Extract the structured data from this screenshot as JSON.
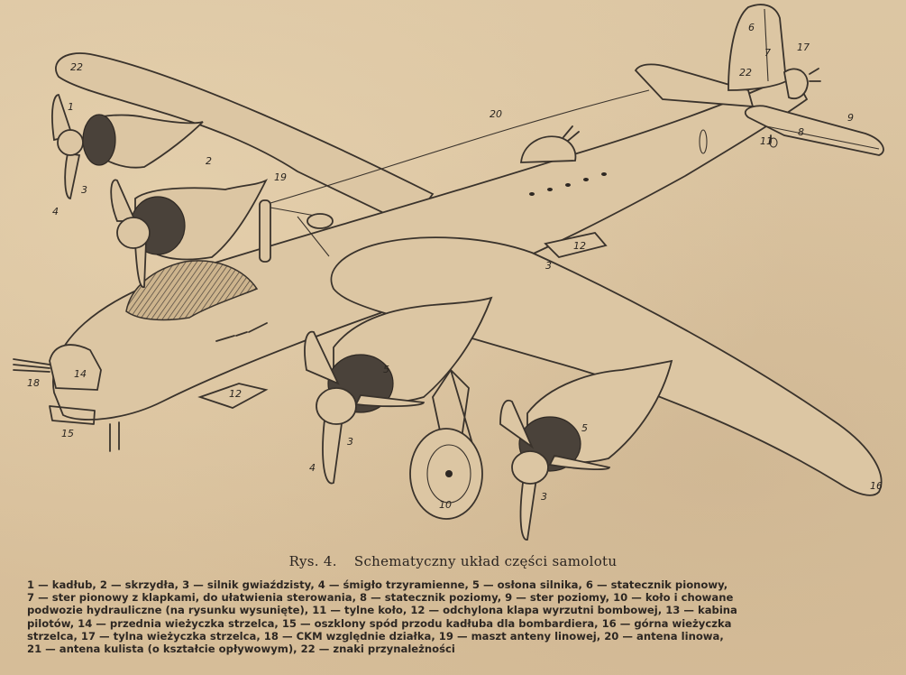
{
  "figure": {
    "part_labels": [
      "1",
      "2",
      "3",
      "4",
      "5",
      "6",
      "7",
      "8",
      "9",
      "10",
      "11",
      "12",
      "14",
      "15",
      "16",
      "17",
      "18",
      "19",
      "20",
      "22"
    ],
    "caption_label": "Rys. 4.",
    "caption_title": "Schematyczny układ części samolotu"
  },
  "legend": {
    "lines": [
      "1 — kadłub, 2 — skrzydła, 3 — silnik gwiaździsty, 4 — śmigło trzyramienne, 5 — osłona silnika, 6 — statecznik pionowy,",
      "7 — ster pionowy z klapkami, do ułatwienia sterowania, 8 — statecznik poziomy, 9 — ster poziomy, 10 — koło i chowane",
      "podwozie hydrauliczne (na rysunku wysunięte), 11 — tylne koło, 12 — odchylona klapa wyrzutni bombowej, 13 — kabina",
      "pilotów, 14 — przednia wieżyczka strzelca, 15 — oszklony spód przodu kadłuba dla bombardiera, 16 — górna wieżyczka",
      "strzelca, 17 — tylna wieżyczka strzelca, 18 — CKM względnie działka, 19 — maszt anteny linowej, 20 — antena linowa,",
      "21 — antena kulista (o kształcie opływowym), 22 — znaki przynależności"
    ]
  }
}
